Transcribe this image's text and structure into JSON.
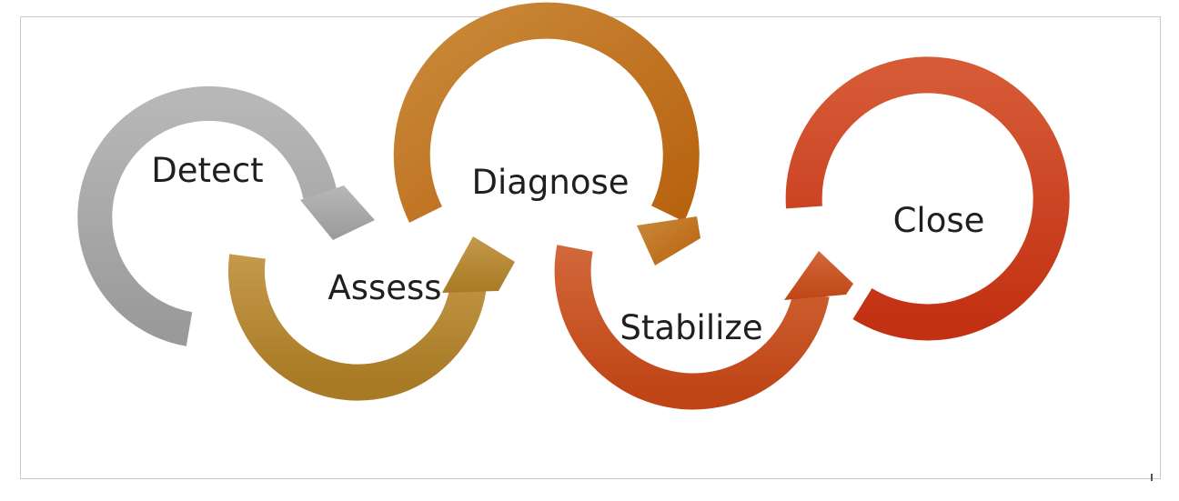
{
  "diagram": {
    "stages": [
      {
        "label": "Detect",
        "color": "#a9a9a9"
      },
      {
        "label": "Assess",
        "color": "#b88a35"
      },
      {
        "label": "Diagnose",
        "color": "#c0701f"
      },
      {
        "label": "Stabilize",
        "color": "#c9542a"
      },
      {
        "label": "Close",
        "color": "#cc3a20"
      }
    ]
  }
}
